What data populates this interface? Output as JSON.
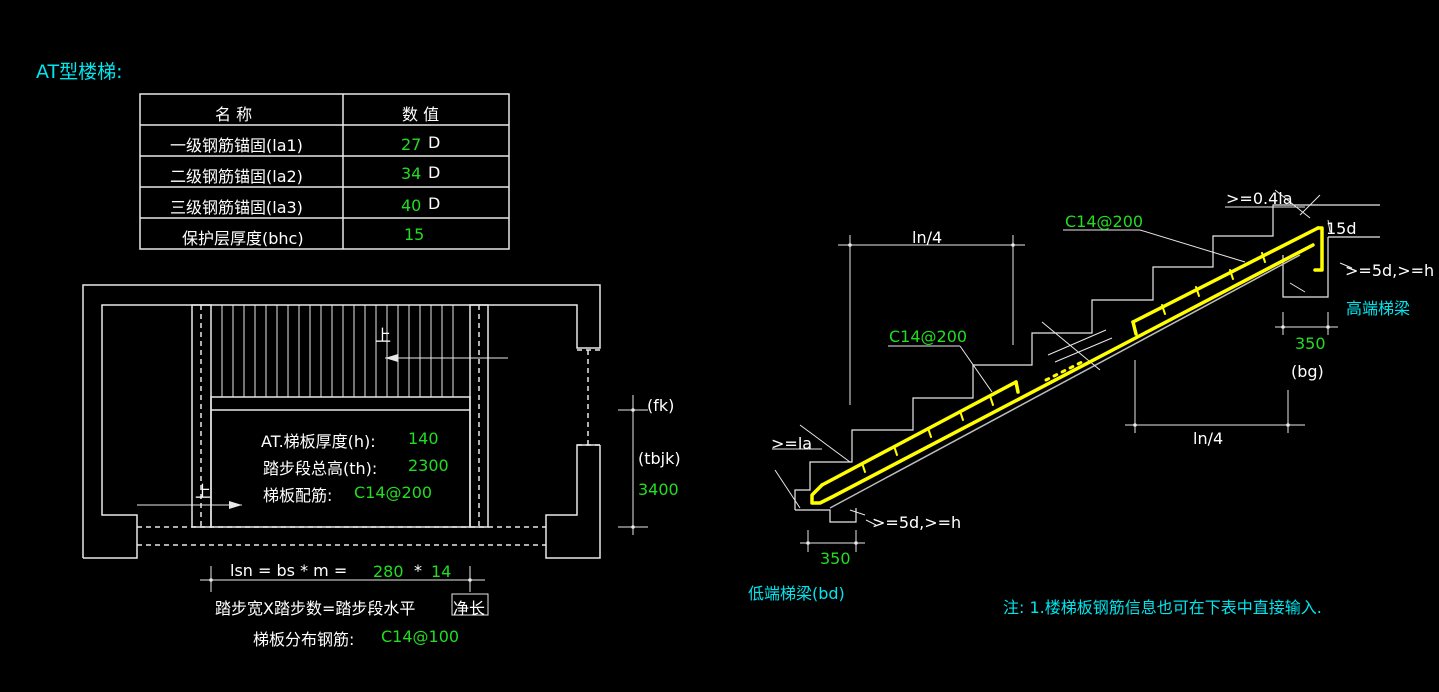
{
  "colors": {
    "background": "#000000",
    "text": "#ffffff",
    "cyan": "#00e5ee",
    "green": "#22dd22",
    "rebar": "#ffff00",
    "line": "#e8e8e8"
  },
  "title": "AT型楼梯:",
  "table": {
    "headers": [
      "名  称",
      "数  值"
    ],
    "rows": [
      {
        "name": "一级钢筋锚固(la1)",
        "value": "27",
        "unit": "D"
      },
      {
        "name": "二级钢筋锚固(la2)",
        "value": "34",
        "unit": "D"
      },
      {
        "name": "三级钢筋锚固(la3)",
        "value": "40",
        "unit": "D"
      },
      {
        "name": "保护层厚度(bhc)",
        "value": "15",
        "unit": ""
      }
    ]
  },
  "plan": {
    "up1": "上",
    "up2": "上",
    "thickness_label": "AT.梯板厚度(h):",
    "thickness_value": "140",
    "height_label": "踏步段总高(th):",
    "height_value": "2300",
    "rebar_label": "梯板配筋:",
    "rebar_value": "C14@200",
    "fk": "(fk)",
    "tbjk": "(tbjk)",
    "width_value": "3400",
    "lsn_label": "lsn = bs * m =",
    "bs_value": "280",
    "times": "*",
    "m_value": "14",
    "formula_text": "踏步宽X踏步数=踏步段水平",
    "formula_boxed": "净长",
    "dist_label": "梯板分布钢筋:",
    "dist_value": "C14@100"
  },
  "section": {
    "ln4_top": "ln/4",
    "ln4_bottom": "ln/4",
    "top_rebar": "C14@200",
    "mid_rebar": "C14@200",
    "anchor_top": ">=0.4la",
    "d15": "15d",
    "hook_top": ">=5d,>=h",
    "high_beam": "高端梯梁",
    "bg_value": "350",
    "bg": "(bg)",
    "la": ">=la",
    "hook_bottom": ">=5d,>=h",
    "bd_value": "350",
    "low_beam": "低端梯梁(bd)"
  },
  "note": "注: 1.楼梯板钢筋信息也可在下表中直接输入."
}
